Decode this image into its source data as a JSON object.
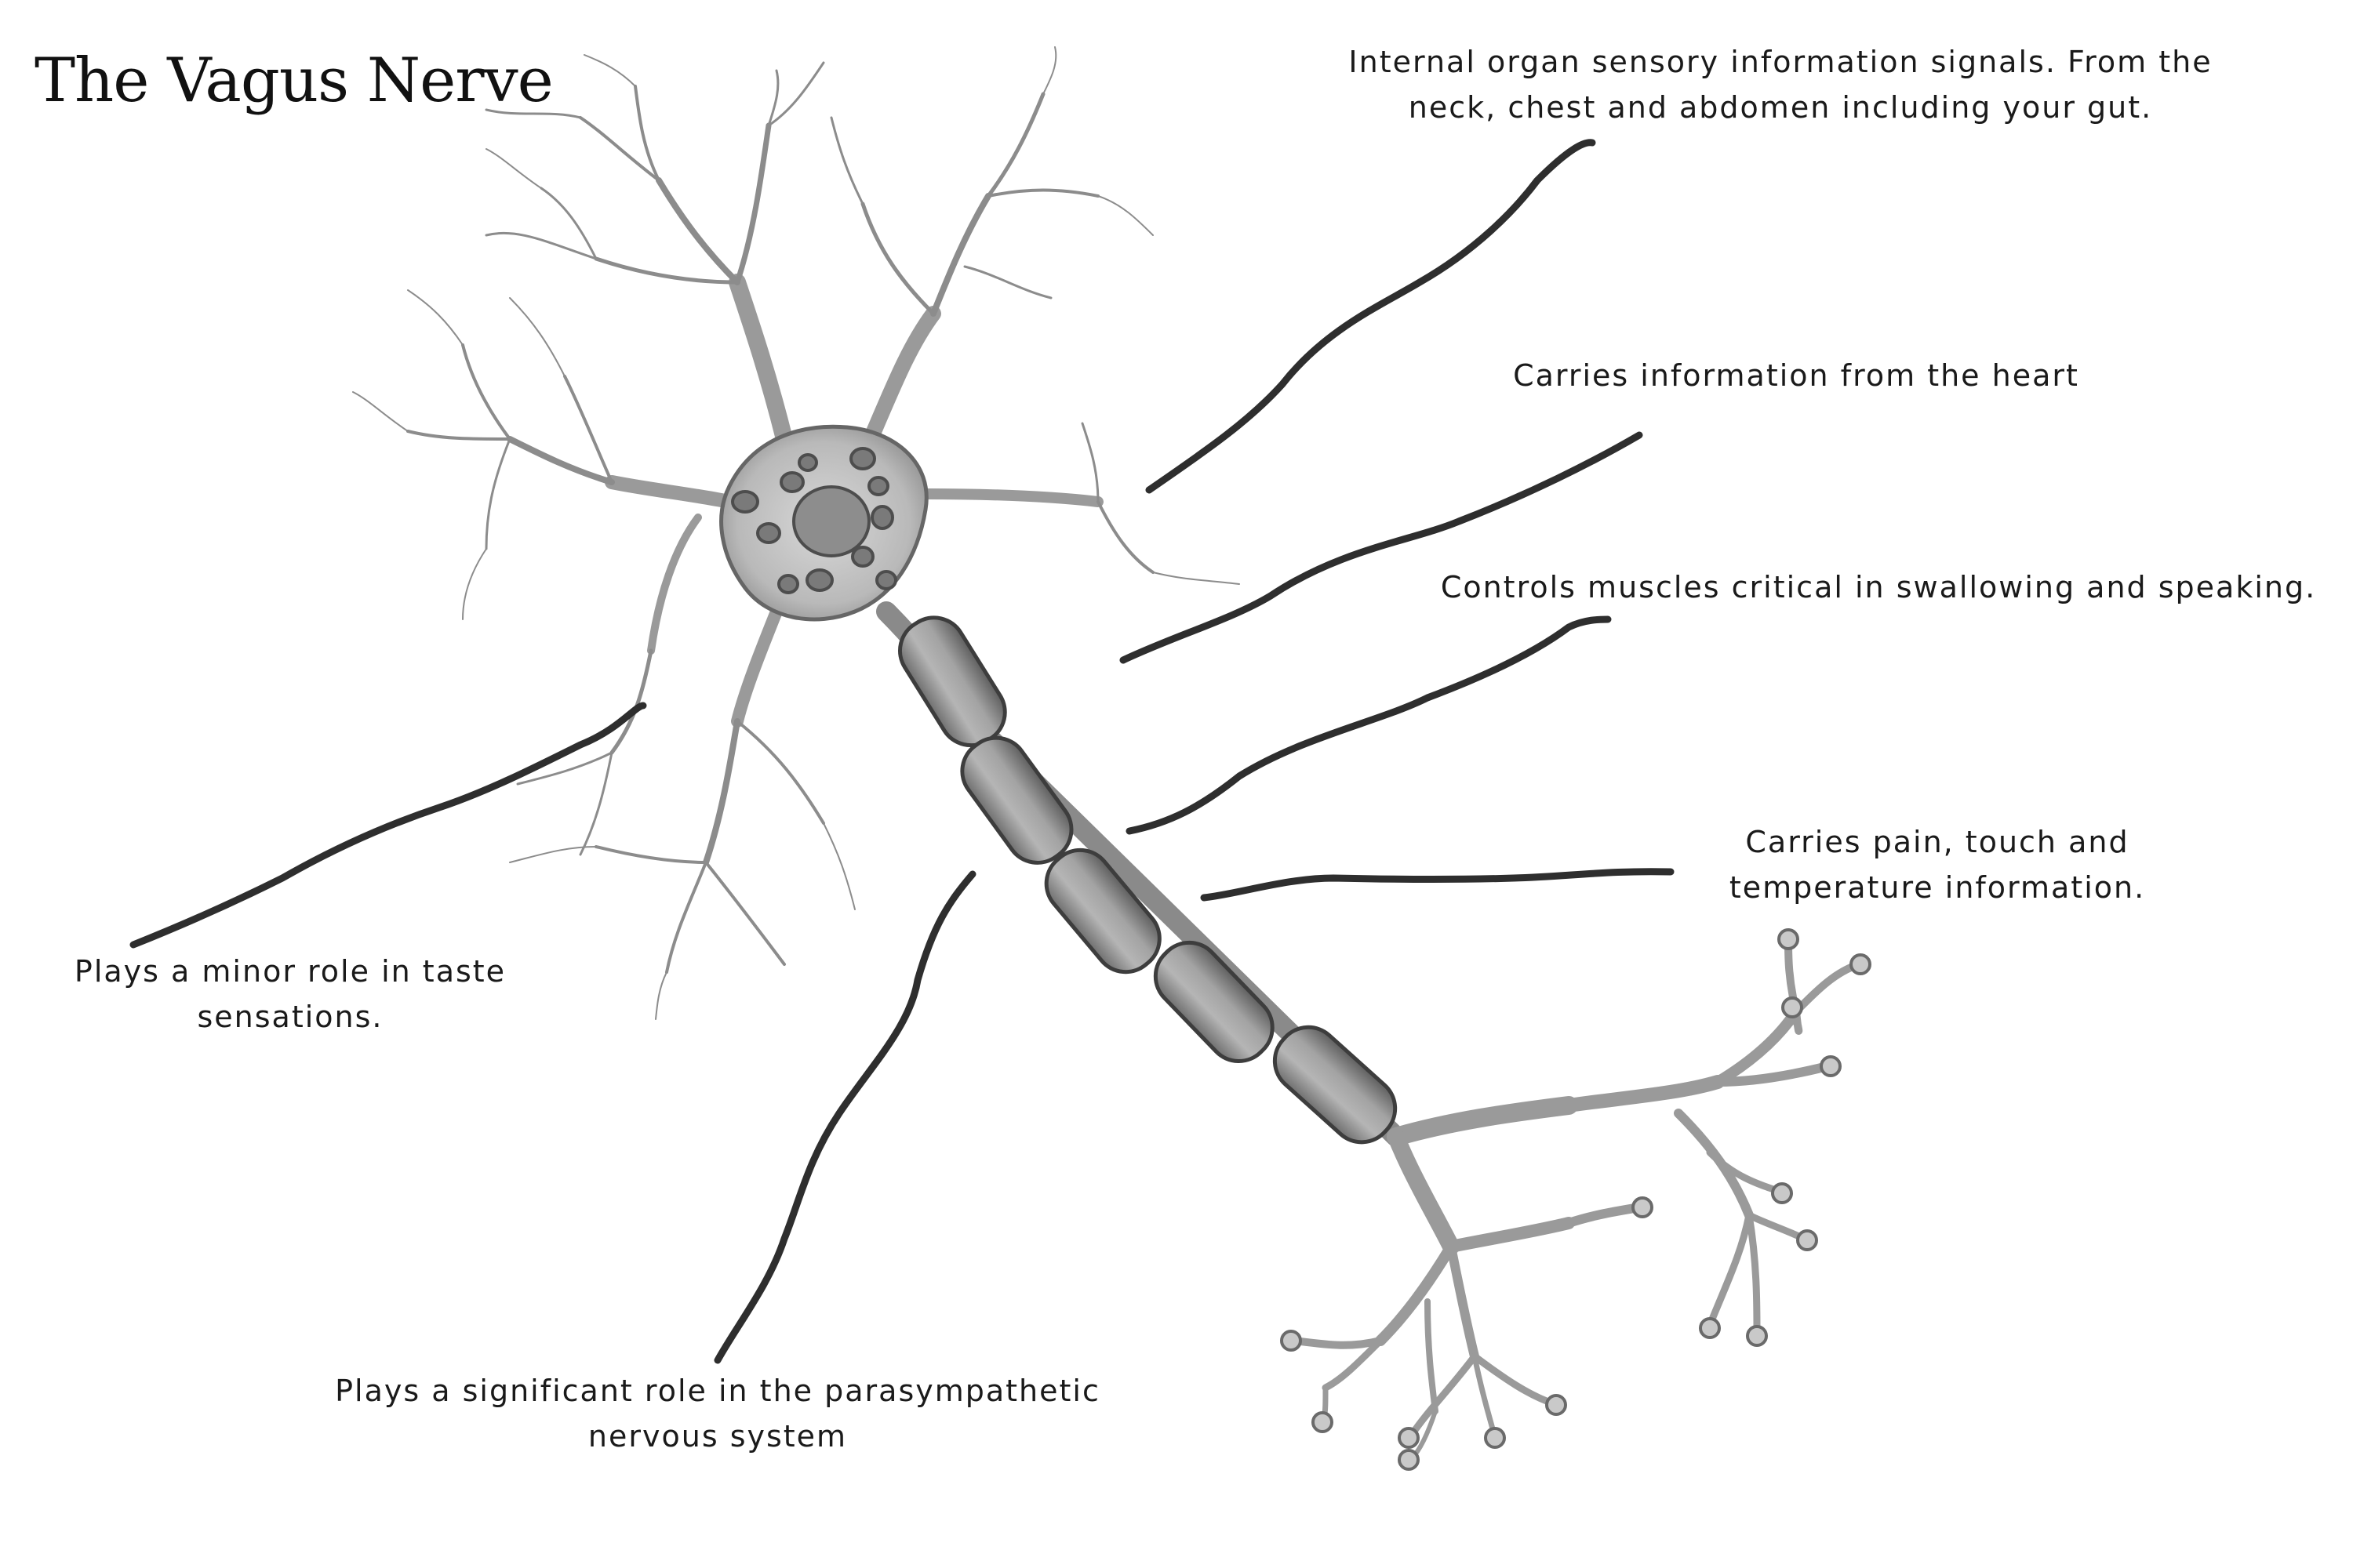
{
  "title": "The Vagus Nerve",
  "labels": {
    "organ": [
      "Internal organ sensory information signals. From the",
      "neck, chest and abdomen including your gut."
    ],
    "heart": [
      "Carries information from the heart"
    ],
    "muscles": [
      "Controls muscles critical in swallowing and speaking."
    ],
    "pain": [
      "Carries pain, touch and",
      "temperature information."
    ],
    "taste": [
      "Plays a minor role in taste",
      "sensations."
    ],
    "parasympathetic": [
      "Plays a significant role in the parasympathetic",
      "nervous system"
    ]
  }
}
